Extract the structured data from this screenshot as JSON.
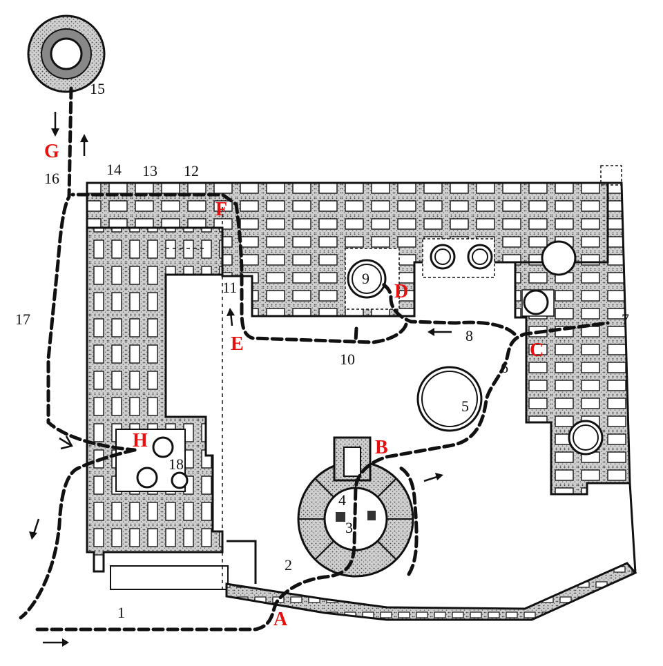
{
  "map": {
    "numbers": [
      "1",
      "2",
      "3",
      "4",
      "5",
      "6",
      "7",
      "8",
      "9",
      "10",
      "11",
      "12",
      "13",
      "14",
      "15",
      "16",
      "17",
      "18"
    ],
    "letters": [
      "A",
      "B",
      "C",
      "D",
      "E",
      "F",
      "G",
      "H"
    ]
  }
}
